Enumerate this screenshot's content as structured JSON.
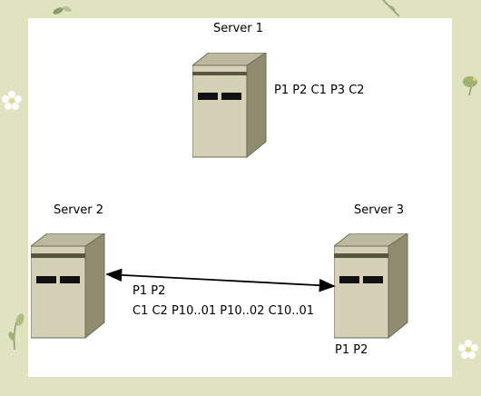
{
  "diagram": {
    "servers": [
      {
        "name": "Server 1",
        "contents": "P1 P2 C1 P3 C2"
      },
      {
        "name": "Server 2"
      },
      {
        "name": "Server 3",
        "contents": "P1 P2"
      }
    ],
    "link": {
      "line1": "P1 P2",
      "line2": "C1 C2 P10..01 P10..02 C10..01"
    }
  },
  "colors": {
    "background": "#dfe3bf",
    "panel": "#ffffff",
    "server_front": "#d4d1b7",
    "server_side": "#8f8c6f",
    "server_top": "#bcb9a0",
    "drive_slot": "#111111"
  }
}
